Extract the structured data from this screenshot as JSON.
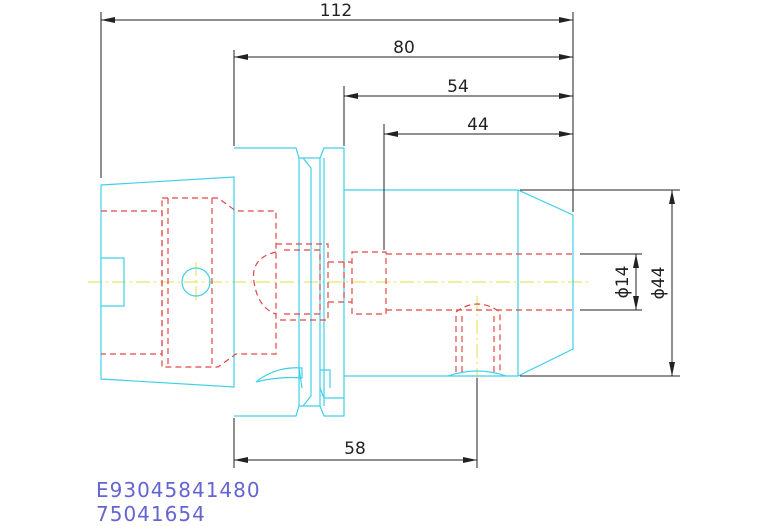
{
  "dimensions": {
    "overall_length": "112",
    "length_80": "80",
    "length_54": "54",
    "length_44": "44",
    "length_58": "58",
    "bore_diameter": "ϕ14",
    "outer_diameter": "ϕ44"
  },
  "codes": {
    "line1": "E93045841480",
    "line2": "75041654"
  },
  "colors": {
    "outline": "#40d0e8",
    "hidden": "#e04848",
    "centerline": "#e0e040",
    "dimension": "#222222",
    "code_text": "#6464d2"
  }
}
